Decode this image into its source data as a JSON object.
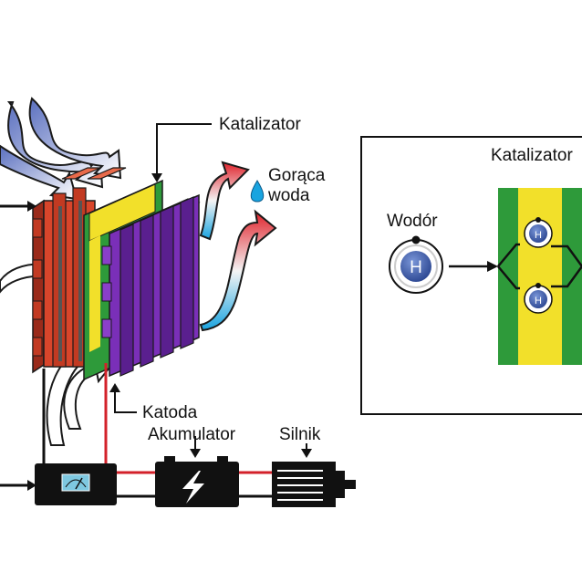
{
  "labels": {
    "catalyst_main": "Katalizator",
    "hot_water_line1": "Gorąca",
    "hot_water_line2": "woda",
    "cathode": "Katoda",
    "battery": "Akumulator",
    "motor": "Silnik",
    "inset_catalyst": "Katalizator",
    "hydrogen": "Wodór",
    "h_atom": "H"
  },
  "colors": {
    "anode_red": "#d8452b",
    "cathode_purple": "#7a2fb8",
    "electrolyte_green": "#2e9a3a",
    "catalyst_yellow": "#f2e02a",
    "wire_red": "#d3212a",
    "hot_red": "#e0212a",
    "cool_blue": "#19a4e0",
    "atom_blue": "#3a5aa8"
  },
  "icons": [
    "gauge-icon",
    "lightning-icon",
    "water-drop-icon",
    "motor-icon"
  ]
}
